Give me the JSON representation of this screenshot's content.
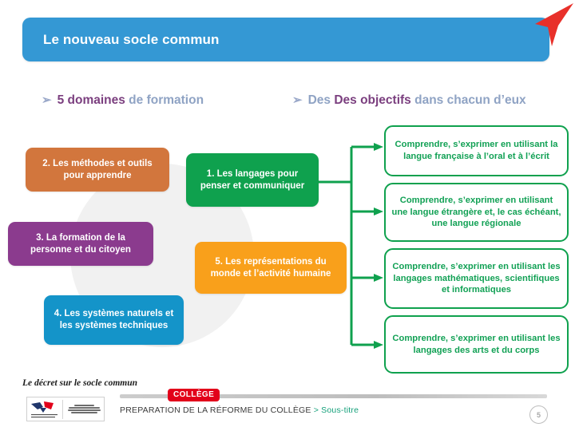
{
  "slide": {
    "title": "Le nouveau socle commun",
    "decree_note": "Le décret sur le socle commun"
  },
  "headlines": {
    "left": {
      "chevron": "➢",
      "strong": "5 domaines",
      "light": "de formation"
    },
    "right": {
      "chevron": "➢",
      "strong": "Des objectifs",
      "light": "dans chacun d’eux"
    }
  },
  "domains": [
    {
      "id": "domain-2",
      "number": "2.",
      "label": "2. Les méthodes et outils pour apprendre",
      "color": "#D2763D"
    },
    {
      "id": "domain-3",
      "number": "3.",
      "label": "3. La formation de la personne et du citoyen",
      "color": "#8B3B8E"
    },
    {
      "id": "domain-4",
      "number": "4.",
      "label": "4. Les systèmes naturels et les systèmes techniques",
      "color": "#1494C9"
    },
    {
      "id": "domain-1",
      "number": "1.",
      "label": "1. Les langages pour penser et communiquer",
      "color": "#0FA14E"
    },
    {
      "id": "domain-5",
      "number": "5.",
      "label": "5. Les représentations du monde et l’activité humaine",
      "color": "#F9A01B"
    }
  ],
  "objectives": [
    {
      "id": "objective-1",
      "label": "Comprendre, s’exprimer en utilisant la langue française à l’oral et à l’écrit"
    },
    {
      "id": "objective-2",
      "label": "Comprendre, s’exprimer en utilisant une langue étrangère et, le cas échéant, une langue régionale"
    },
    {
      "id": "objective-3",
      "label": "Comprendre, s’exprimer en utilisant les langages mathématiques, scientifiques et informatiques"
    },
    {
      "id": "objective-4",
      "label": "Comprendre, s’exprimer en utilisant les langages des arts et du corps"
    }
  ],
  "footer": {
    "badge": "COLLÈGE",
    "caption_main": "PREPARATION DE LA RÉFORME DU COLLÈGE ",
    "caption_sub": "> Sous-titre",
    "page_number": "5",
    "logo_alt": "marianne-ministry-logo"
  },
  "colors": {
    "title_bar": "#3498D4",
    "green": "#0FA14E",
    "orange": "#F9A01B",
    "purple": "#8B3B8E",
    "terracotta": "#D2763D",
    "blue": "#1494C9",
    "red_arrow": "#E8302A",
    "badge_red": "#E2001A",
    "heading_strong": "#7B3F7F",
    "heading_light": "#8FA3C4"
  }
}
